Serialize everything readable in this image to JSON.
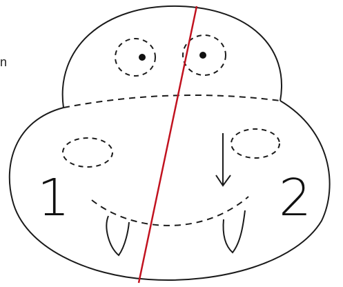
{
  "edge_text": "n",
  "regions": [
    {
      "label": "1"
    },
    {
      "label": "2"
    }
  ],
  "colors": {
    "outline": "#1a1a1a",
    "cut_line": "#c1121f",
    "background": "#ffffff"
  },
  "icons": {
    "fold_arrow": "down-arrow-icon"
  }
}
